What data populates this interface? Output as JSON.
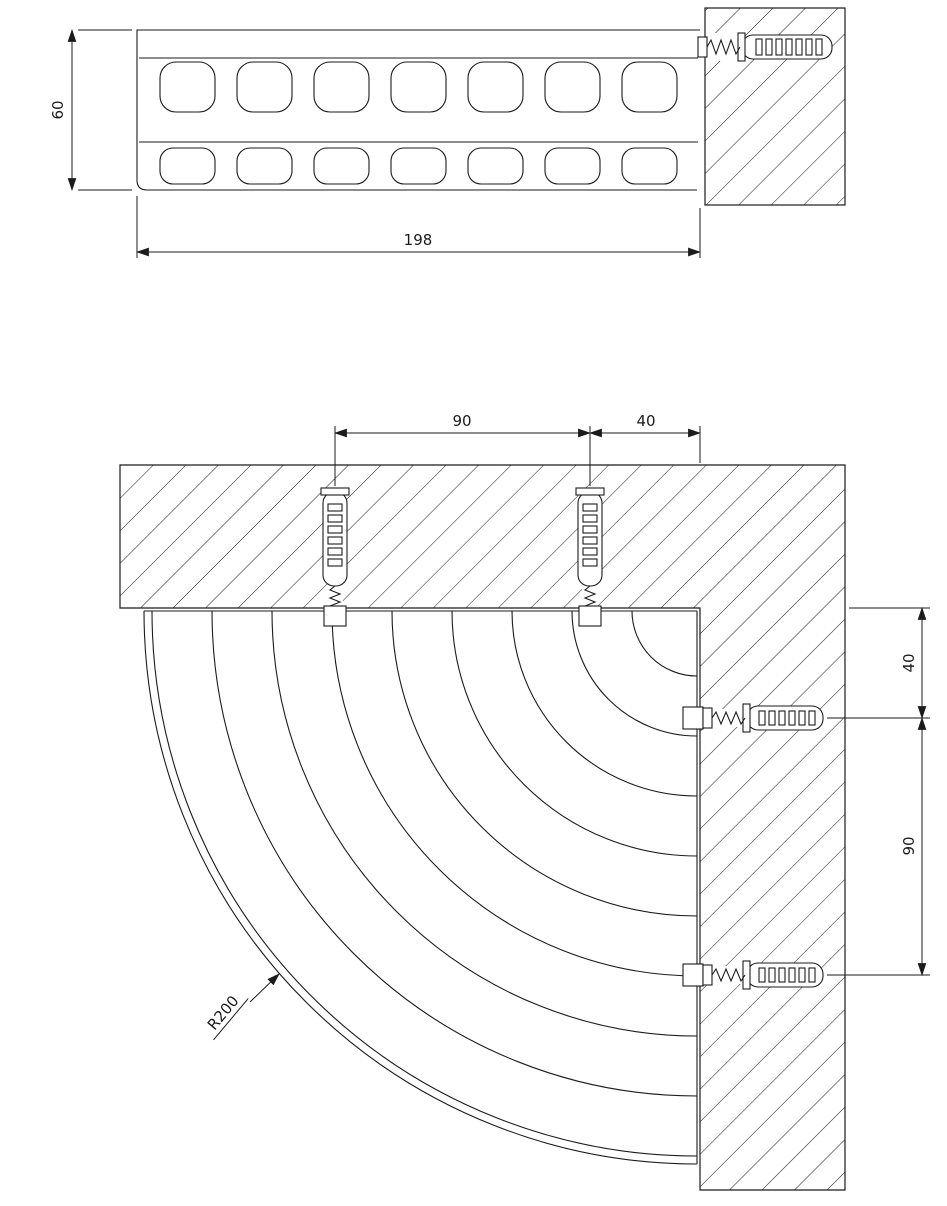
{
  "colors": {
    "ink": "#1b1b1b",
    "paper": "#ffffff"
  },
  "drawing": {
    "side_view": {
      "height_dim": "60",
      "width_dim": "198"
    },
    "plan_view": {
      "top_span_dim": "90",
      "top_offset_dim": "40",
      "right_offset_dim": "40",
      "right_span_dim": "90",
      "radius_label": "R200"
    }
  }
}
